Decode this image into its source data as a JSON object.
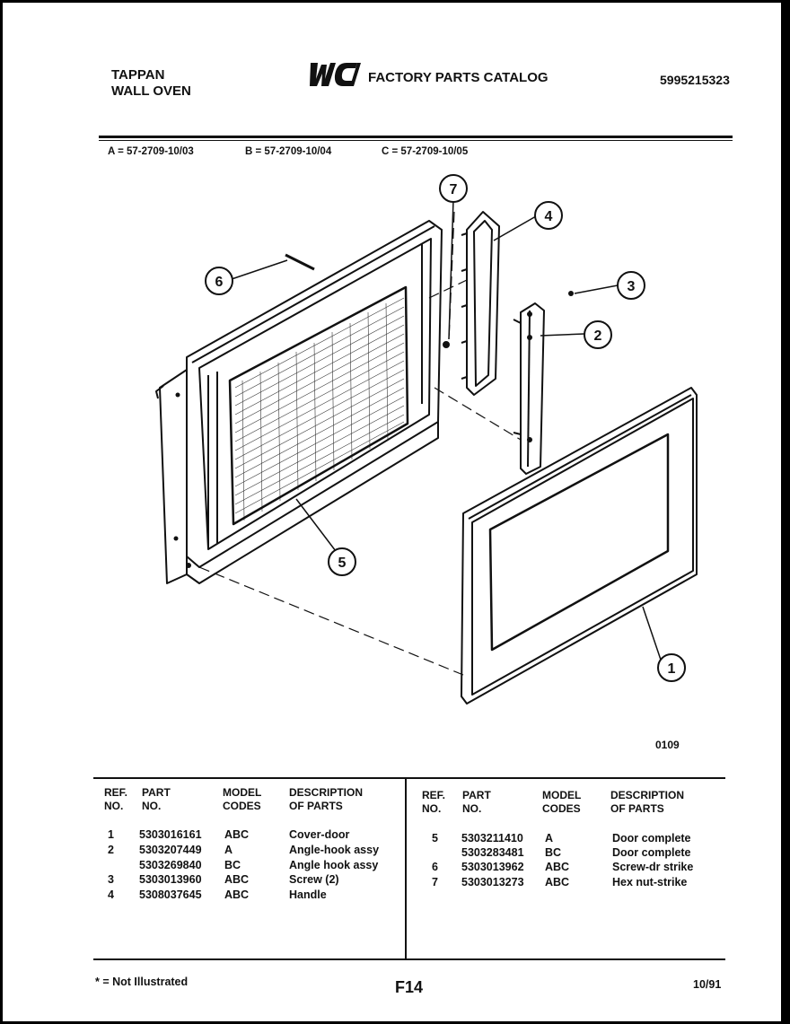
{
  "header": {
    "brand": "TAPPAN",
    "product": "WALL OVEN",
    "catalog_title": "FACTORY PARTS CATALOG",
    "catalog_number": "5995215323",
    "logo_text": "WCI"
  },
  "models": [
    "A = 57-2709-10/03",
    "B = 57-2709-10/04",
    "C = 57-2709-10/05"
  ],
  "diagram": {
    "callouts": [
      "1",
      "2",
      "3",
      "4",
      "5",
      "6",
      "7"
    ],
    "drawing_number": "0109"
  },
  "table": {
    "headers": {
      "ref_line1": "REF.",
      "ref_line2": "NO.",
      "part_line1": "PART",
      "part_line2": "NO.",
      "model_line1": "MODEL",
      "model_line2": "CODES",
      "desc_line1": "DESCRIPTION",
      "desc_line2": "OF PARTS"
    },
    "left_rows": [
      {
        "ref": "1",
        "part": "5303016161",
        "codes": "ABC",
        "desc": "Cover-door"
      },
      {
        "ref": "2",
        "part": "5303207449",
        "codes": "A",
        "desc": "Angle-hook assy"
      },
      {
        "ref": "",
        "part": "5303269840",
        "codes": "BC",
        "desc": "Angle hook assy"
      },
      {
        "ref": "3",
        "part": "5303013960",
        "codes": "ABC",
        "desc": "Screw (2)"
      },
      {
        "ref": "4",
        "part": "5308037645",
        "codes": "ABC",
        "desc": "Handle"
      }
    ],
    "right_rows": [
      {
        "ref": "5",
        "part": "5303211410",
        "codes": "A",
        "desc": "Door complete"
      },
      {
        "ref": "",
        "part": "5303283481",
        "codes": "BC",
        "desc": "Door complete"
      },
      {
        "ref": "6",
        "part": "5303013962",
        "codes": "ABC",
        "desc": "Screw-dr strike"
      },
      {
        "ref": "7",
        "part": "5303013273",
        "codes": "ABC",
        "desc": "Hex nut-strike"
      }
    ]
  },
  "footer": {
    "note": "* = Not Illustrated",
    "page": "F14",
    "date": "10/91"
  }
}
